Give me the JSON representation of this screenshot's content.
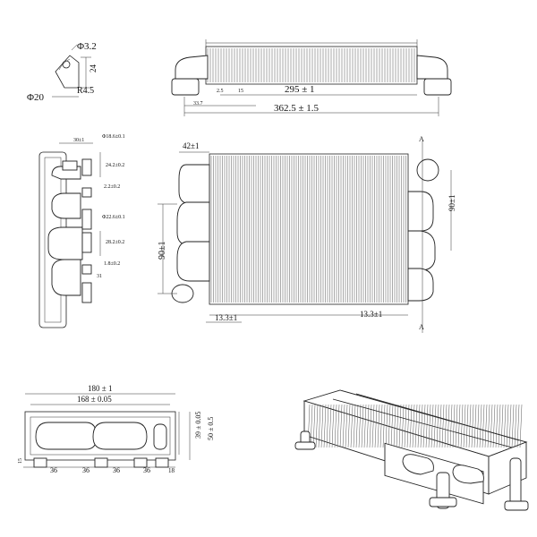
{
  "detail": {
    "phi32": "Φ3.2",
    "phi20": "Φ20",
    "r45": "R4.5",
    "h24": "24"
  },
  "top_view": {
    "d295": "295 ± 1",
    "d3625": "362.5 ± 1.5",
    "d337": "33.7",
    "d25": "2.5",
    "d15": "15"
  },
  "side_view": {
    "d30": "30±1",
    "d186a": "Φ18.6±0.1",
    "d24": "24.2±0.2",
    "d22": "2.2±0.2",
    "d226": "Φ22.6±0.1",
    "d28": "28.2±0.2",
    "d186b": "1.8±0.2",
    "d31": "31"
  },
  "front_view": {
    "d42": "42±1",
    "d90l": "90±1",
    "d90r": "90±1",
    "d133a": "13.3±1",
    "d133b": "13.3±1",
    "sectionA": "A"
  },
  "bottom_view": {
    "d180": "180 ± 1",
    "d168": "168 ± 0.05",
    "d39": "39 ± 0.05",
    "d50": "50 ± 0.5",
    "d15": "15",
    "d36": "36",
    "d18": "18"
  }
}
